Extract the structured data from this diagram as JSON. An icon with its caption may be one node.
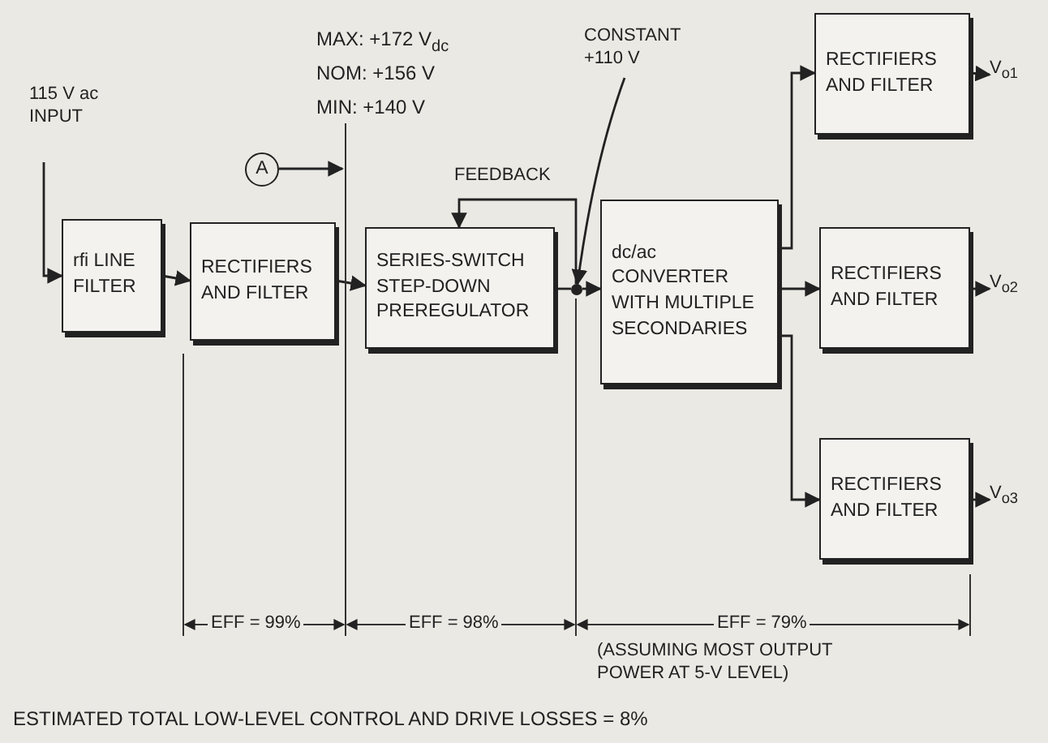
{
  "diagram": {
    "nodes": [
      {
        "text": [
          "115 V ac INPUT"
        ]
      },
      {
        "text": [
          "rfi LINE FILTER"
        ]
      },
      {
        "text": [
          "RECTIFIERS AND FILTER"
        ]
      },
      {
        "text": [
          "SERIES-SWITCH STEP-DOWN PREREGULATOR"
        ]
      },
      {
        "text": [
          "dc/ac CONVERTER WITH MULTIPLE SECONDARIES"
        ]
      },
      {
        "text": [
          "RECTIFIERS AND FILTER"
        ]
      },
      {
        "text": [
          "RECTIFIERS AND FILTER"
        ]
      },
      {
        "text": [
          "RECTIFIERS AND FILTER"
        ]
      },
      {
        "text": [
          "A"
        ]
      },
      {
        "text": [
          "V$_{o1}$"
        ]
      },
      {
        "text": [
          "V$_{o2}$"
        ]
      },
      {
        "text": [
          "V$_{o3}$"
        ]
      },
      {
        "text": [
          "CONSTANT +110 V"
        ]
      },
      {
        "text": [],
        "shape": "circle"
      }
    ],
    "edges": [
      {
        "from": 0,
        "to": 1,
        "arrow": "to"
      },
      {
        "from": 1,
        "to": 2,
        "arrow": "to"
      },
      {
        "from": 2,
        "to": 3,
        "arrow": "to"
      },
      {
        "from": 3,
        "to": 13,
        "arrow": "none"
      },
      {
        "from": 13,
        "to": 3,
        "arrow": "to",
        "label": "FEEDBACK"
      },
      {
        "from": 8,
        "to": null,
        "arrow": "to"
      },
      {
        "from": 12,
        "to": 13,
        "arrow": "to"
      },
      {
        "from": 4,
        "to": 5,
        "arrow": "to"
      },
      {
        "from": 4,
        "to": 6,
        "arrow": "to"
      },
      {
        "from": 4,
        "to": 7,
        "arrow": "to"
      },
      {
        "from": 5,
        "to": 9,
        "arrow": "to"
      },
      {
        "from": 6,
        "to": 10,
        "arrow": "to"
      },
      {
        "from": 7,
        "to": 11,
        "arrow": "to"
      },
      {
        "from": 13,
        "to": 4,
        "arrow": "to"
      }
    ],
    "labels": [
      "MAX: +172 V$_{dc}$",
      "NOM: +156 V",
      "MIN: +140 V",
      "EFF = 99%",
      "EFF = 98%",
      "EFF = 79%",
      "(ASSUMING MOST OUTPUT POWER AT 5-V LEVEL)",
      "ESTIMATED TOTAL LOW-LEVEL CONTROL AND DRIVE LOSSES = 8%"
    ]
  }
}
